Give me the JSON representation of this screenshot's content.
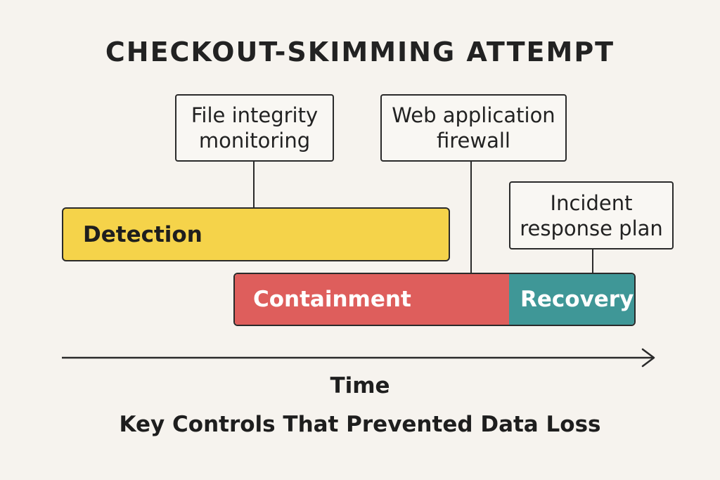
{
  "title": "CHECKOUT-SKIMMING ATTEMPT",
  "callouts": {
    "file_integrity": "File integrity\nmonitoring",
    "waf": "Web application\nfirewall",
    "incident_response": "Incident\nresponse plan"
  },
  "phases": {
    "detection": "Detection",
    "containment": "Containment",
    "recovery": "Recovery"
  },
  "colors": {
    "detection": "#f5d34a",
    "containment": "#de5e5c",
    "recovery": "#3f9797",
    "background": "#f6f3ee"
  },
  "axis": {
    "label": "Time"
  },
  "caption": "Key Controls That Prevented Data Loss"
}
